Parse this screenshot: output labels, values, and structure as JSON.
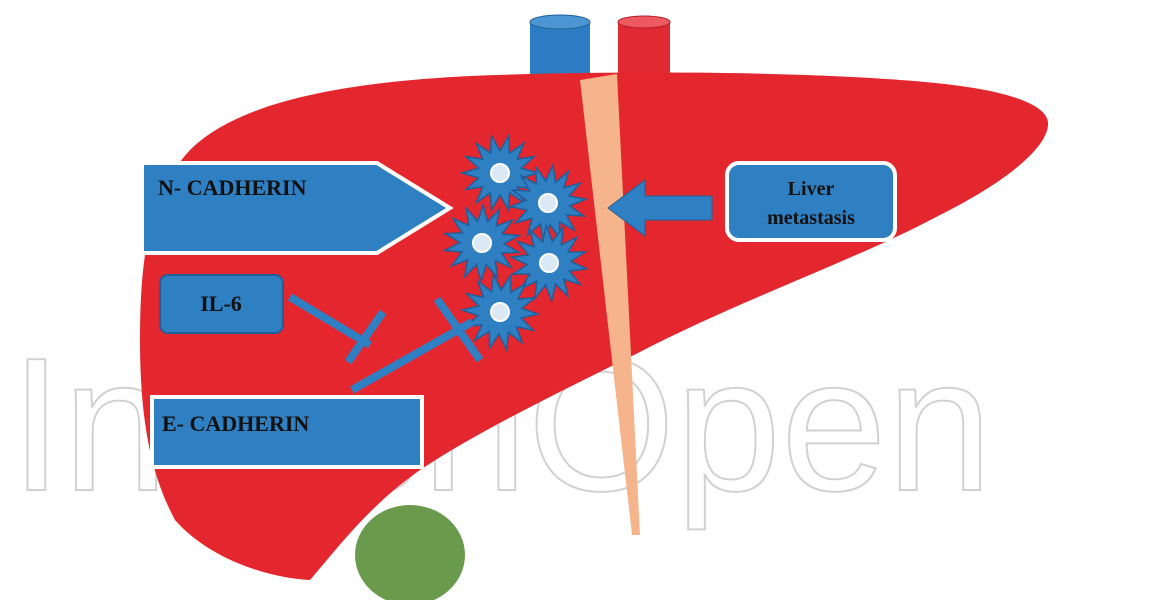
{
  "labels": {
    "n_cadherin": "N- CADHERIN",
    "liver_metastasis_line1": "Liver",
    "liver_metastasis_line2": "metastasis",
    "il6": "IL-6",
    "e_cadherin": "E- CADHERIN"
  },
  "watermark": "IntechOpen",
  "colors": {
    "liver": "#e4272f",
    "gallbladder": "#6a9a4c",
    "ligament": "#f6b48c",
    "vein": "#2b7cc2",
    "artery": "#e02a33",
    "label_fill": "#2f7fc3",
    "label_border": "#ffffff",
    "cell": "#2f7fc3",
    "cell_nucleus": "#dbe8f5",
    "inhibitor_line": "#2f7fc3"
  },
  "icons": [
    "tumor-cell-icon",
    "arrow-icon",
    "inhibition-icon"
  ]
}
